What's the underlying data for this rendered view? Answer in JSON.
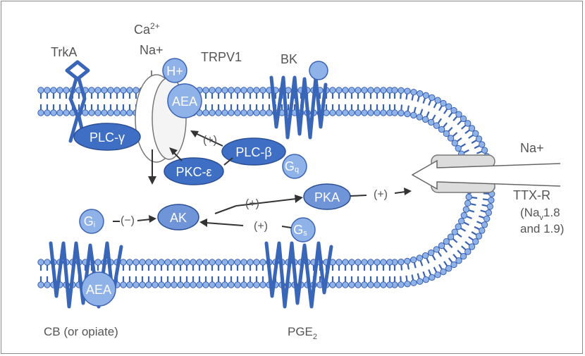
{
  "labels": {
    "trka": "TrkA",
    "ca": "Ca",
    "ca_sup": "2+",
    "na_channel": "Na+",
    "trpv1": "TRPV1",
    "bk": "BK",
    "na_right": "Na+",
    "ttxr": "TTX-R",
    "nav_1": "(Na",
    "nav_sub": "v",
    "nav_2": "1.8",
    "nav_3": "and 1.9)",
    "cb": "CB (or opiate)",
    "pge": "PGE",
    "pge_sub": "2"
  },
  "nodes": {
    "h_plus": "H+",
    "aea_top": "AEA",
    "plc_gamma": "PLC-γ",
    "plc_beta": "PLC-β",
    "gq": "G",
    "gq_sub": "q",
    "pkc_epsilon": "PKC-ε",
    "ak": "AK",
    "pka": "PKA",
    "gi": "G",
    "gi_sub": "i",
    "gs": "G",
    "gs_sub": "s",
    "aea_bottom": "AEA"
  },
  "signs": {
    "plus_1": "(+)",
    "plus_2": "(+)",
    "plus_3": "(+)",
    "plus_4": "(+)",
    "minus_1": "(−)"
  },
  "colors": {
    "membrane_head": "#8fb2e8",
    "protein_stroke": "#3a66b8",
    "node_dark": "#3f6fc4",
    "node_light": "#8fb2e8"
  }
}
